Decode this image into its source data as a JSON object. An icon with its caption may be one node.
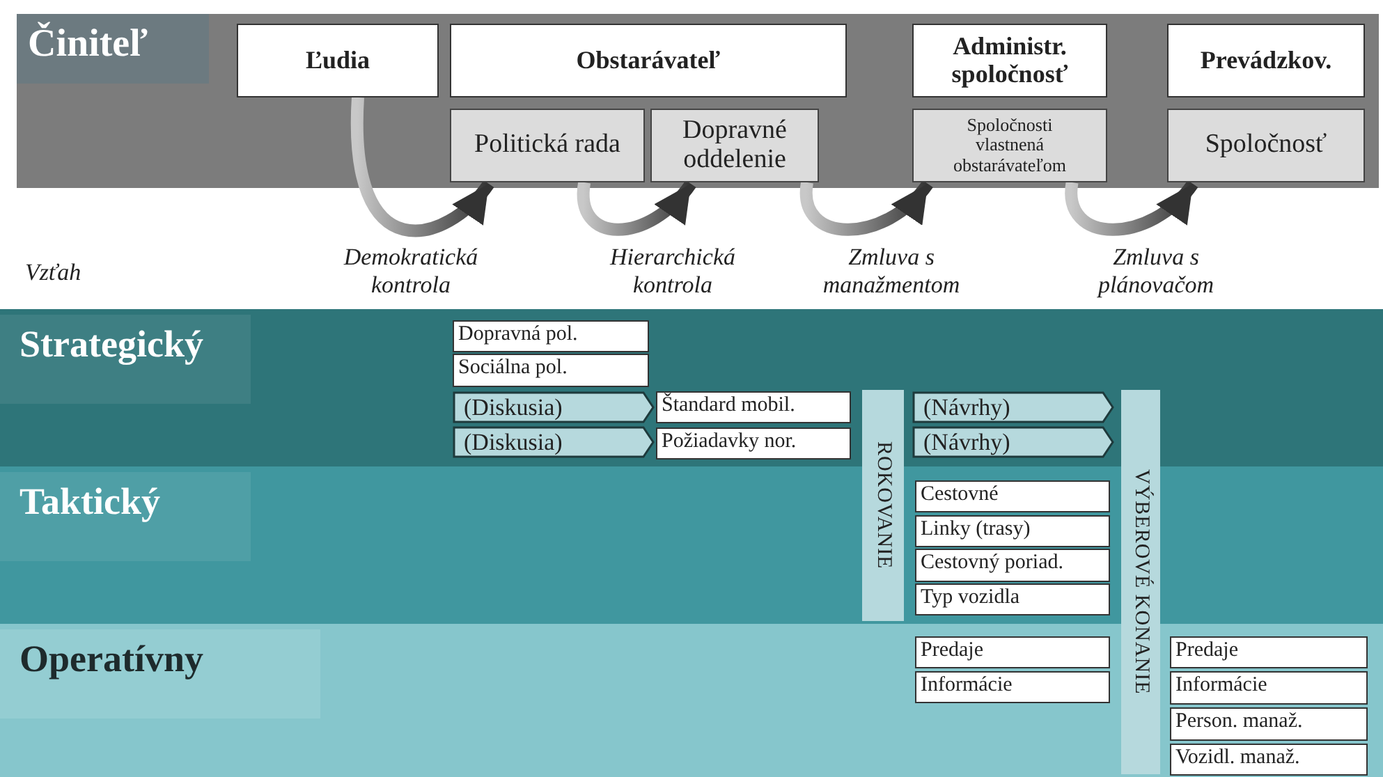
{
  "diagram": {
    "nodes": [
      {
        "text": [
          "Činiteľ"
        ]
      },
      {
        "text": [
          "Ľudia"
        ],
        "in": 0
      },
      {
        "text": [
          "Obstarávateľ"
        ],
        "in": 0
      },
      {
        "text": [
          "Politická rada"
        ],
        "in": 0
      },
      {
        "text": [
          "Dopravné oddelenie"
        ],
        "in": 0
      },
      {
        "text": [
          "Administr. spoločnosť"
        ],
        "in": 0
      },
      {
        "text": [
          "Spoločnosti vlastnená obstarávateľom"
        ],
        "in": 0
      },
      {
        "text": [
          "Prevádzkov."
        ],
        "in": 0
      },
      {
        "text": [
          "Spoločnosť"
        ],
        "in": 0
      },
      {
        "text": [
          "Strategický"
        ]
      },
      {
        "text": [
          "Taktický"
        ]
      },
      {
        "text": [
          "Operatívny"
        ]
      },
      {
        "text": [
          "Dopravná pol."
        ],
        "in": 9
      },
      {
        "text": [
          "Sociálna pol."
        ],
        "in": 9
      },
      {
        "text": [
          "(Diskusia)"
        ],
        "in": 9
      },
      {
        "text": [
          "Štandard mobil."
        ],
        "in": 9
      },
      {
        "text": [
          "(Diskusia)"
        ],
        "in": 9
      },
      {
        "text": [
          "Požiadavky nor."
        ],
        "in": 9
      },
      {
        "text": [
          "ROKOVANIE"
        ]
      },
      {
        "text": [
          "(Návrhy)"
        ],
        "in": 9
      },
      {
        "text": [
          "(Návrhy)"
        ],
        "in": 9
      },
      {
        "text": [
          "VÝBEROVÉ KONANIE"
        ]
      },
      {
        "text": [
          "Cestovné"
        ],
        "in": 10
      },
      {
        "text": [
          "Linky (trasy)"
        ],
        "in": 10
      },
      {
        "text": [
          "Cestovný poriad."
        ],
        "in": 10
      },
      {
        "text": [
          "Typ vozidla"
        ],
        "in": 10
      },
      {
        "text": [
          "Predaje"
        ],
        "in": 11
      },
      {
        "text": [
          "Informácie"
        ],
        "in": 11
      },
      {
        "text": [
          "Predaje"
        ],
        "in": 11
      },
      {
        "text": [
          "Informácie"
        ],
        "in": 11
      },
      {
        "text": [
          "Person. manaž."
        ],
        "in": 11
      },
      {
        "text": [
          "Vozidl. manaž."
        ],
        "in": 11
      }
    ],
    "edges": [
      {
        "from": 1,
        "to": 3,
        "arrow": "to",
        "label": "Demokratická kontrola"
      },
      {
        "from": 3,
        "to": 4,
        "arrow": "to",
        "label": "Hierarchická kontrola"
      },
      {
        "from": 4,
        "to": 6,
        "arrow": "to",
        "label": "Zmluva s manažmentom"
      },
      {
        "from": 6,
        "to": 8,
        "arrow": "to",
        "label": "Zmluva s plánovačom"
      }
    ],
    "labels": [
      "Vzťah"
    ]
  }
}
